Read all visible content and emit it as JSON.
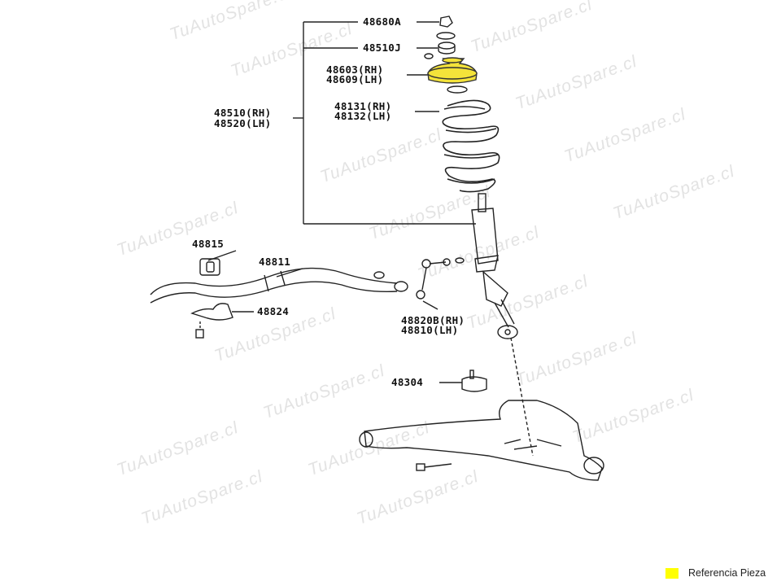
{
  "watermark": "TuAutoSpare.cl",
  "highlight_color": "#ffff00",
  "labels": {
    "l48680a": "48680A",
    "l48510j": "48510J",
    "l48603": "48603(RH)",
    "l48609": "48609(LH)",
    "l48131": "48131(RH)",
    "l48132": "48132(LH)",
    "l48510": "48510(RH)",
    "l48520": "48520(LH)",
    "l48815": "48815",
    "l48811": "48811",
    "l48824": "48824",
    "l48820b": "48820B(RH)",
    "l48810": "48810(LH)",
    "l48304": "48304"
  },
  "legend": {
    "label": "Referencia Pieza"
  }
}
